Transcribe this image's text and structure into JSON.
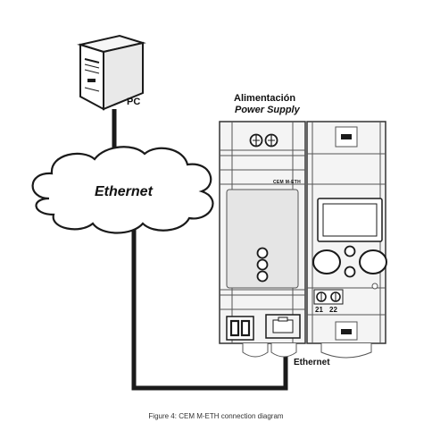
{
  "labels": {
    "pc": "PC",
    "power_es": "Alimentación",
    "power_en": "Power Supply",
    "cloud": "Ethernet",
    "device_model": "CEM M-ETH",
    "ethernet_port": "Ethernet",
    "terminal_21": "21",
    "terminal_22": "22"
  },
  "caption": "Figure 4: CEM M-ETH connection diagram",
  "colors": {
    "line": "#1a1a1a",
    "device_body": "#f3f3f3",
    "device_panel": "#e6e6e6",
    "cloud_fill": "#ffffff"
  },
  "icons": {
    "pc": "server-tower-icon",
    "cloud": "cloud-icon"
  }
}
